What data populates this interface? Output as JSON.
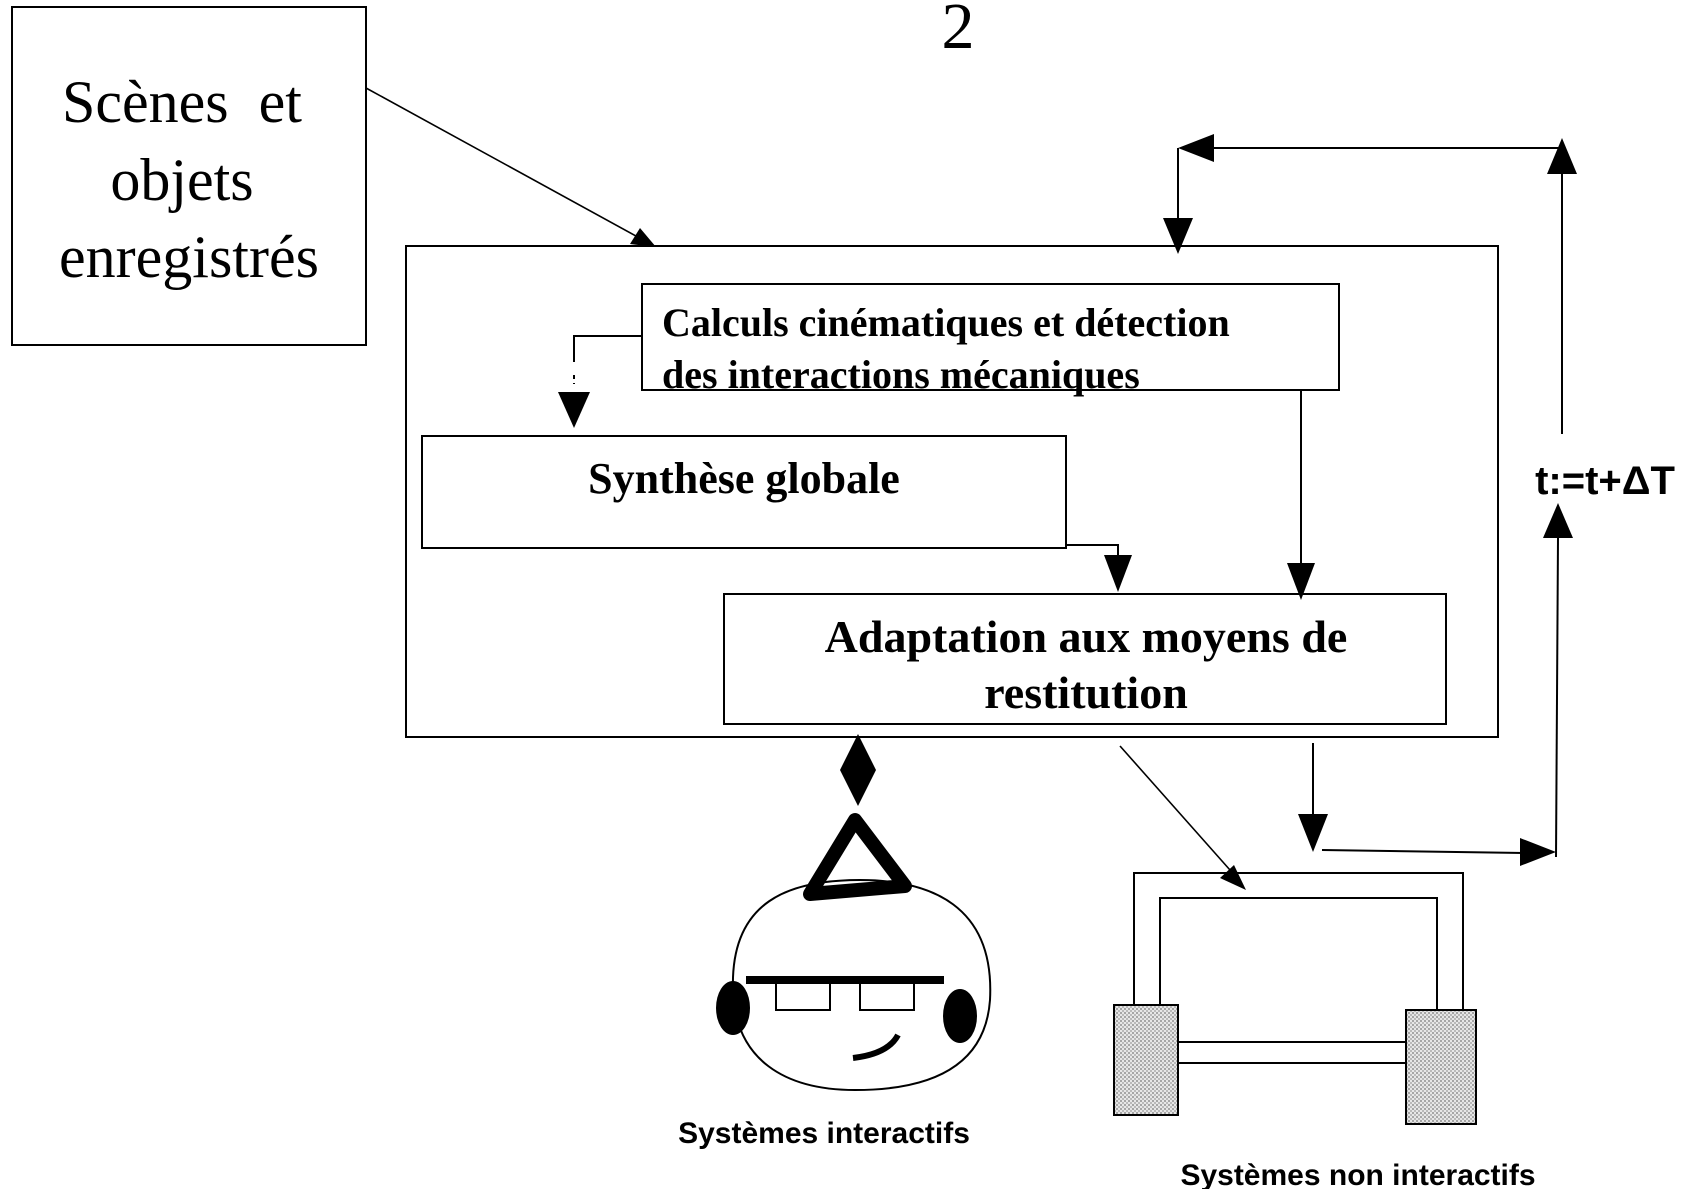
{
  "page_number": "2",
  "input_box": {
    "lines": [
      "Scènes  et",
      "objets",
      "enregistrés"
    ]
  },
  "kinematics_box": {
    "lines": [
      "Calculs cinématiques et détection",
      "des interactions mécaniques"
    ]
  },
  "synthesis_box": {
    "label": "Synthèse globale"
  },
  "adaptation_box": {
    "lines": [
      "Adaptation aux moyens de",
      "restitution"
    ]
  },
  "time_step_label": "t:=t+ΔT",
  "interactive_label": "Systèmes interactifs",
  "noninteractive_label": "Systèmes non interactifs"
}
